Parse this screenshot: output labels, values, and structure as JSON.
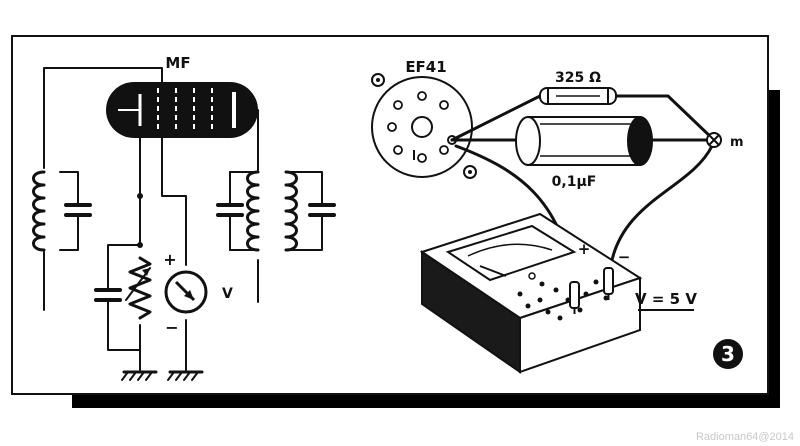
{
  "labels": {
    "mf": "MF",
    "tube": "EF41",
    "resistor": "325 Ω",
    "capacitor": "0,1µF",
    "m": "m",
    "voltmeter": "V",
    "plus": "+",
    "minus": "−",
    "meter_plus": "+",
    "meter_minus": "−",
    "reading": "V = 5 V",
    "figure_number": "3",
    "watermark": "Radioman64@2014"
  },
  "colors": {
    "ink": "#111111",
    "paper": "#ffffff",
    "shadow": "#000000"
  },
  "icons": [
    "tube-symbol-icon",
    "coil-icon",
    "capacitor-icon",
    "potentiometer-icon",
    "voltmeter-icon",
    "ground-icon",
    "tube-socket-icon",
    "resistor-icon",
    "multimeter-icon",
    "probe-icon"
  ]
}
